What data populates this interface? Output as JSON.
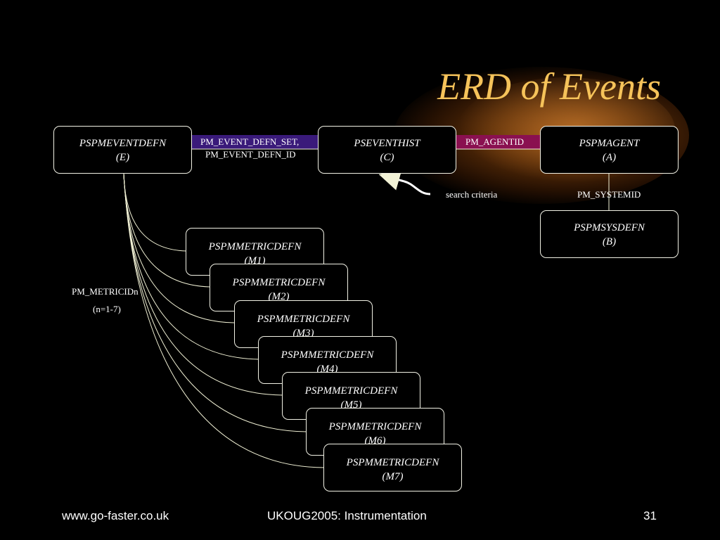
{
  "slide": {
    "title": "ERD of Events",
    "footer_left": "www.go-faster.co.uk",
    "footer_center": "UKOUG2005: Instrumentation",
    "footer_right": "31"
  },
  "entities": {
    "eventdefn": {
      "name": "PSPMEVENTDEFN",
      "code": "(E)"
    },
    "eventhist": {
      "name": "PSEVENTHIST",
      "code": "(C)"
    },
    "agent": {
      "name": "PSPMAGENT",
      "code": "(A)"
    },
    "sysdefn": {
      "name": "PSPMSYSDEFN",
      "code": "(B)"
    },
    "metrics": [
      {
        "name": "PSPMMETRICDEFN",
        "code": "(M1)"
      },
      {
        "name": "PSPMMETRICDEFN",
        "code": "(M2)"
      },
      {
        "name": "PSPMMETRICDEFN",
        "code": "(M3)"
      },
      {
        "name": "PSPMMETRICDEFN",
        "code": "(M4)"
      },
      {
        "name": "PSPMMETRICDEFN",
        "code": "(M5)"
      },
      {
        "name": "PSPMMETRICDEFN",
        "code": "(M6)"
      },
      {
        "name": "PSPMMETRICDEFN",
        "code": "(M7)"
      }
    ]
  },
  "relationships": {
    "event_to_hist_line1": "PM_EVENT_DEFN_SET,",
    "event_to_hist_line2": "PM_EVENT_DEFN_ID",
    "hist_to_agent": "PM_AGENTID",
    "agent_to_sys": "PM_SYSTEMID",
    "search": "search criteria",
    "metric_key": "PM_METRICIDn",
    "metric_range": "(n=1-7)"
  },
  "colors": {
    "title": "#f6c35a",
    "band_event_hist": "#3a1a7a",
    "band_hist_agent": "#8a1050",
    "line": "#f2f2d6"
  }
}
